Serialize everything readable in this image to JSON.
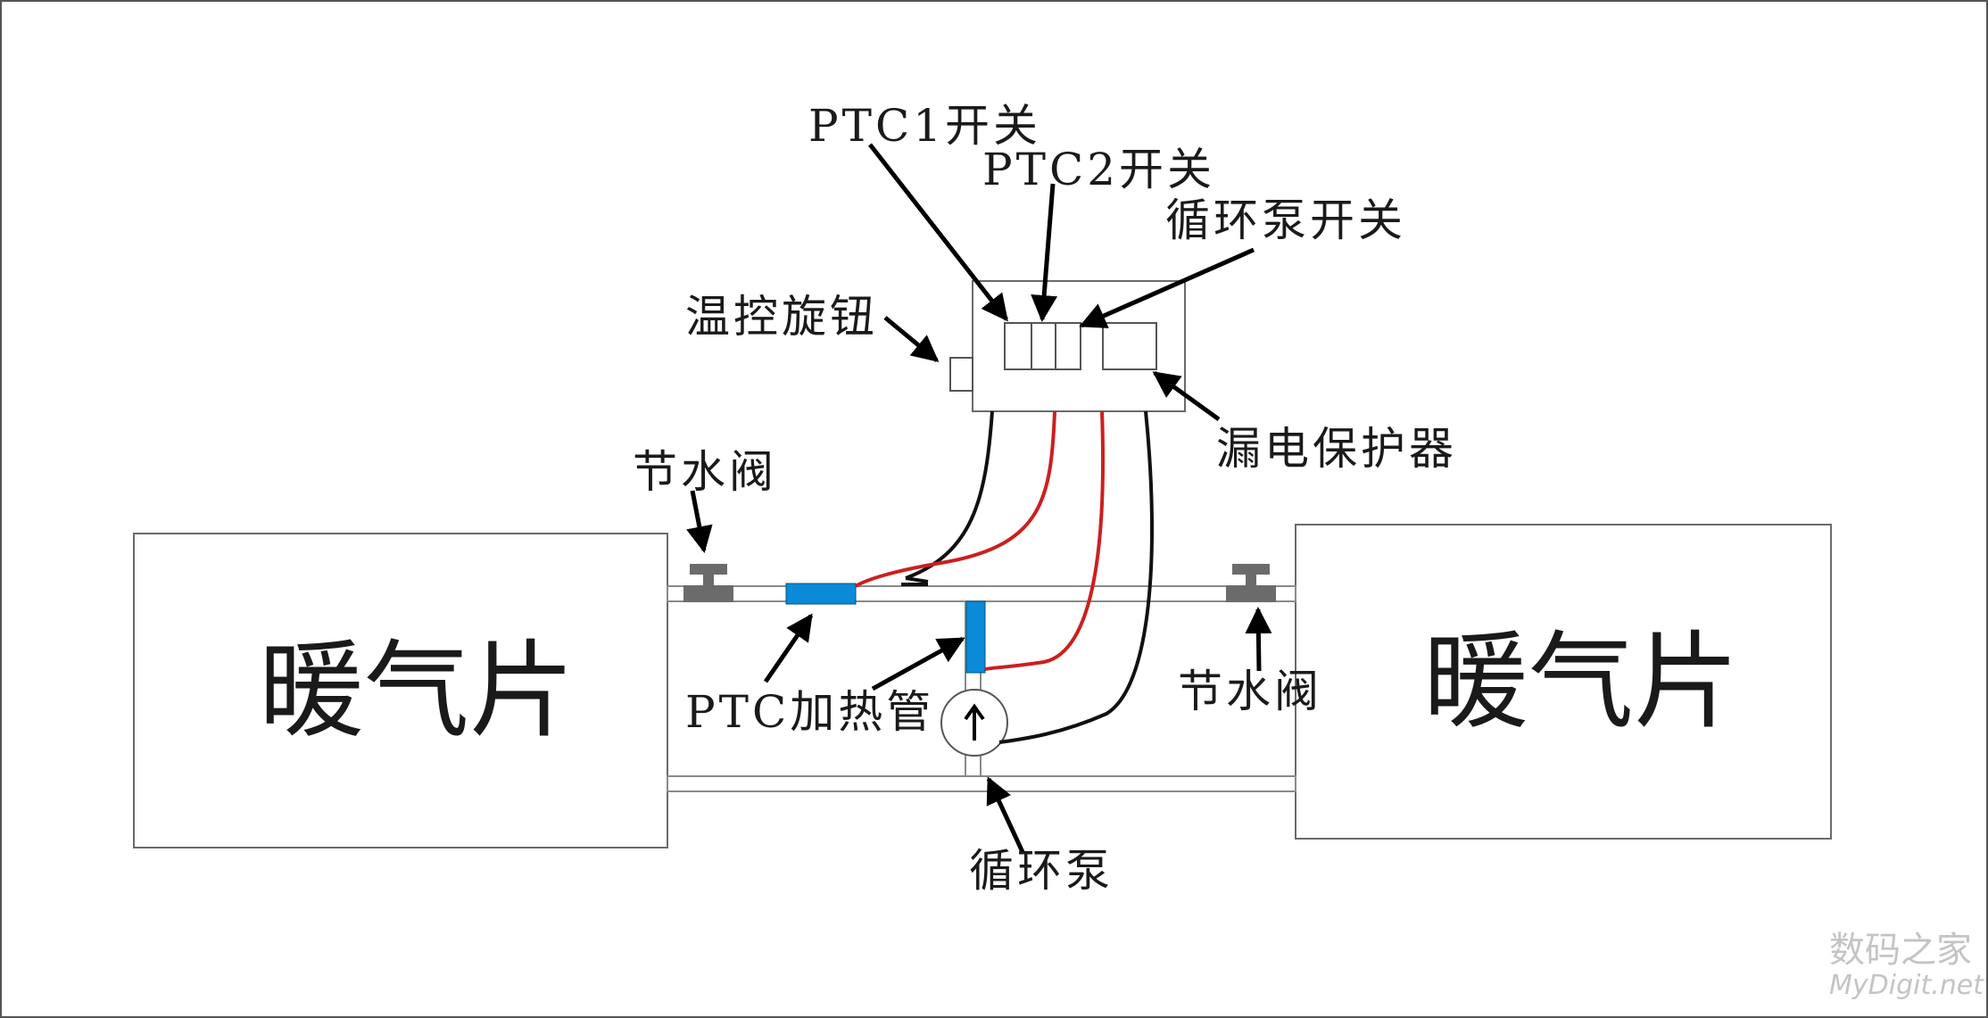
{
  "radiator_left": {
    "label": "暖气片"
  },
  "radiator_right": {
    "label": "暖气片"
  },
  "labels": {
    "ptc1_switch": "PTC1开关",
    "ptc2_switch": "PTC2开关",
    "pump_switch": "循环泵开关",
    "temp_knob": "温控旋钮",
    "leak_protector": "漏电保护器",
    "valve_left": "节水阀",
    "valve_right": "节水阀",
    "ptc_heater": "PTC加热管",
    "pump": "循环泵"
  },
  "watermark": {
    "cn": "数码之家",
    "en": "MyDigit.net"
  },
  "colors": {
    "red_wire": "#cc1f1f",
    "black_wire": "#111111",
    "heater_blue": "#0a8ad8",
    "valve_gray": "#6b6b6b"
  }
}
